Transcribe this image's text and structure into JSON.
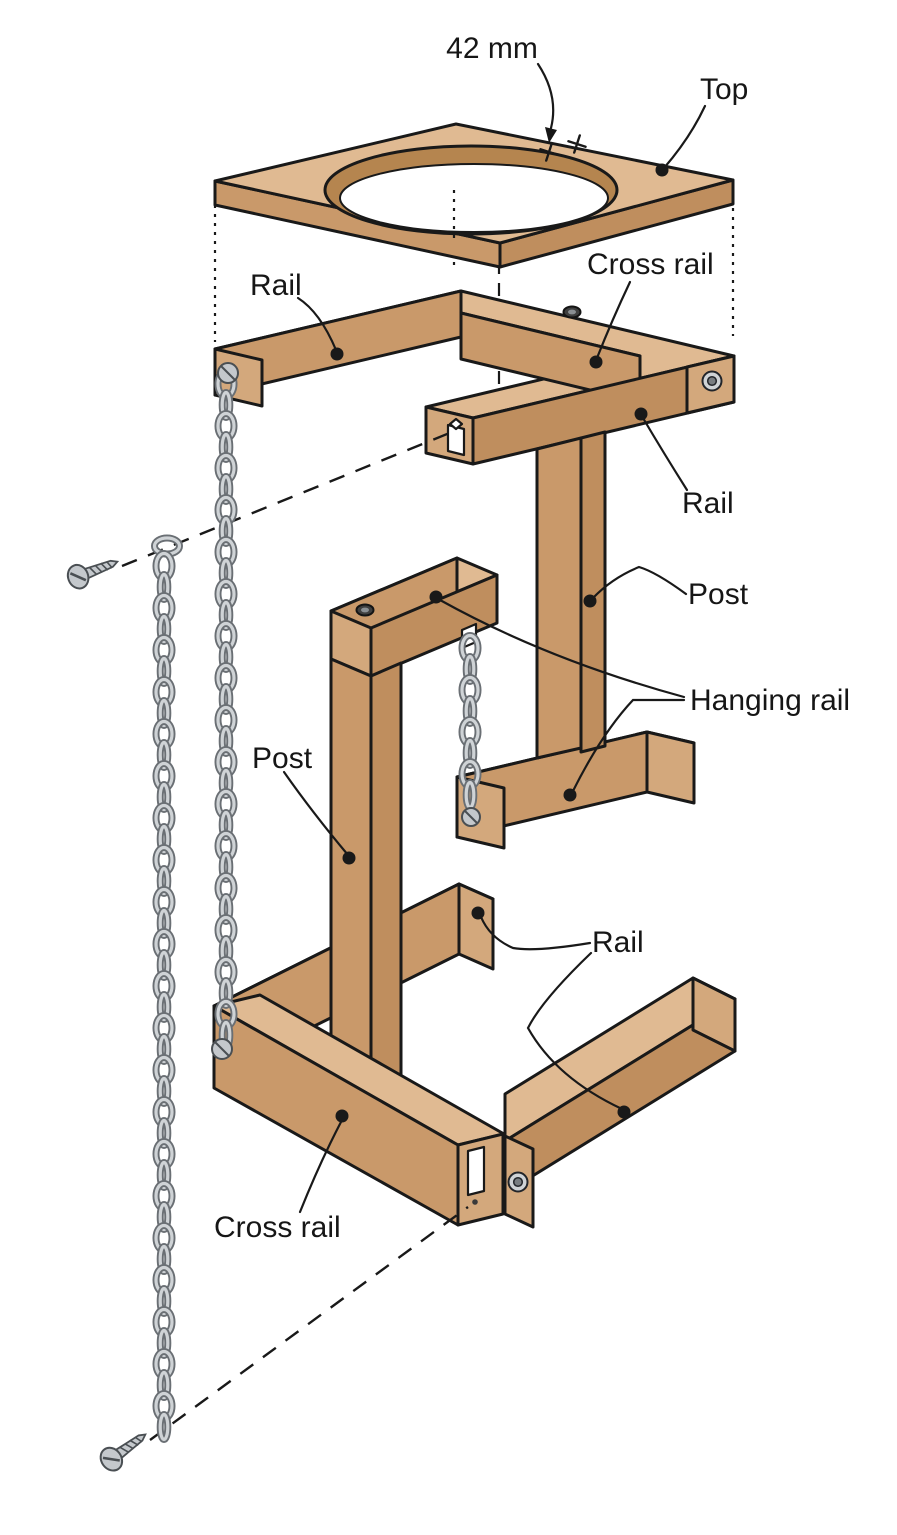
{
  "figure": {
    "description": "Exploded isometric woodworking diagram of a stand: pierced top board, upper rail frame, two posts with hanging rails, bottom rail frame, two chains and two screws"
  },
  "labels": {
    "dim_42mm": {
      "text": "42 mm"
    },
    "top": {
      "text": "Top"
    },
    "rail_upper_left": {
      "text": "Rail"
    },
    "cross_rail_upper": {
      "text": "Cross rail"
    },
    "rail_upper_right": {
      "text": "Rail"
    },
    "post_right": {
      "text": "Post"
    },
    "hanging_rail": {
      "text": "Hanging rail"
    },
    "post_left": {
      "text": "Post"
    },
    "rail_lower_right": {
      "text": "Rail"
    },
    "cross_rail_lower": {
      "text": "Cross rail"
    }
  },
  "icons": {
    "chain-icon": "linked oval rings",
    "screw-icon": "round-head screw with threads",
    "washer-icon": "ring with hub",
    "screw-hole-icon": "dark oval countersink",
    "leader-dot-icon": "filled circle"
  },
  "colors": {
    "wood_top": "#e0ba92",
    "wood_front": "#c9996a",
    "wood_side": "#bf8e5e",
    "wood_end": "#d3a87c",
    "hole_wall": "#b5854f",
    "outline": "#191919",
    "chain": "#cfd3d6",
    "chain_dark": "#6a6f74",
    "metal": "#c4c8cc"
  }
}
